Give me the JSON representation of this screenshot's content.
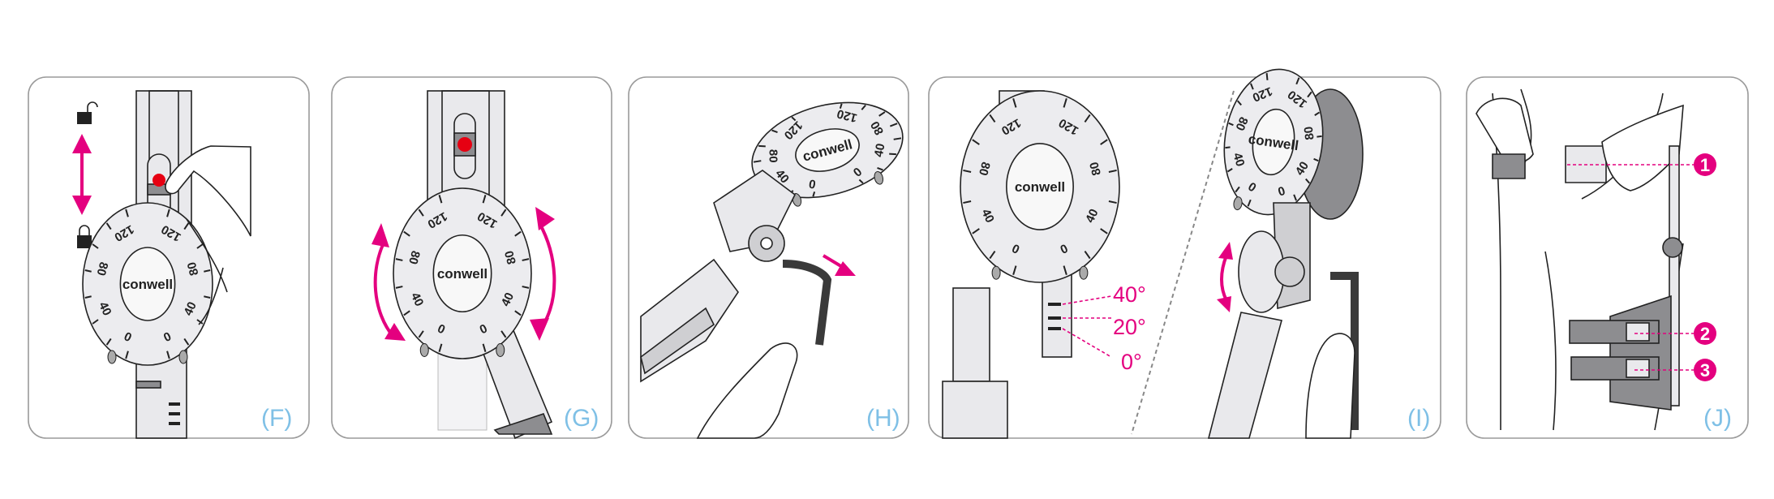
{
  "panels": [
    {
      "id": "F",
      "label": "(F)"
    },
    {
      "id": "G",
      "label": "(G)"
    },
    {
      "id": "H",
      "label": "(H)"
    },
    {
      "id": "I",
      "label": "(I)"
    },
    {
      "id": "J",
      "label": "(J)"
    }
  ],
  "dial": {
    "logo": "conwell",
    "numbers": [
      "120",
      "80",
      "40",
      "0"
    ]
  },
  "angles": [
    "40°",
    "20°",
    "0°"
  ],
  "callouts": [
    "1",
    "2",
    "3"
  ],
  "colors": {
    "accent": "#e4007f",
    "label": "#7fc0e6",
    "button": "#e60012"
  }
}
